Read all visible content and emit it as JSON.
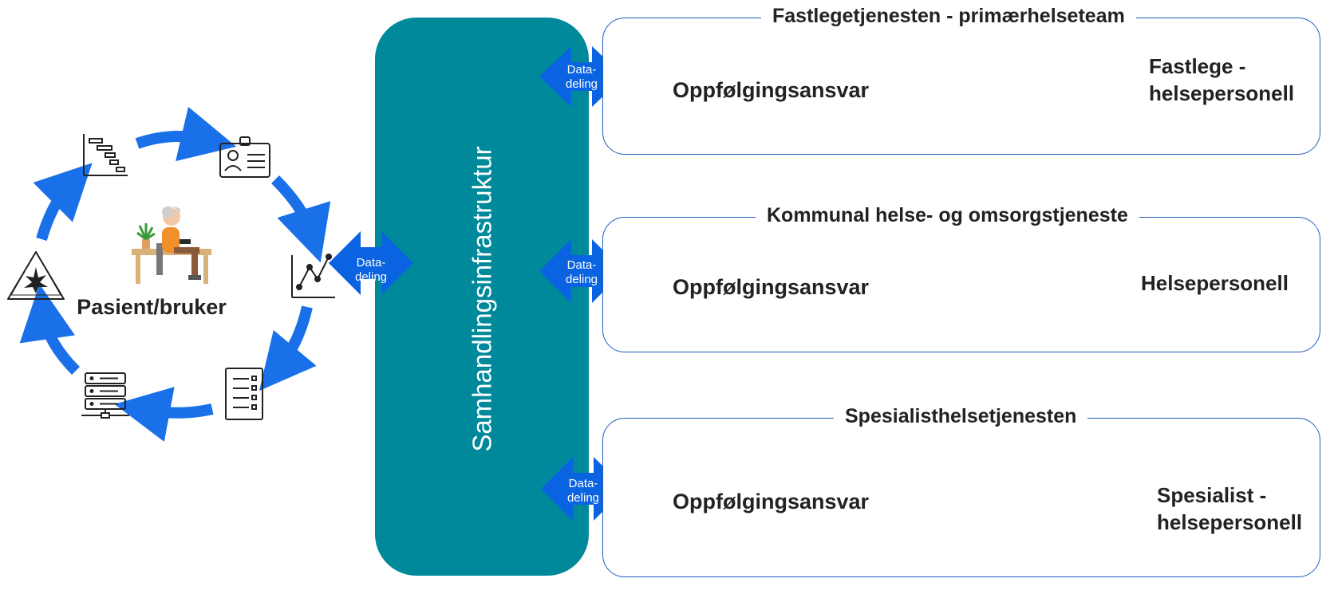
{
  "patient": {
    "label": "Pasient/bruker"
  },
  "cycle_icons": [
    "gantt-icon",
    "id-card-icon",
    "line-chart-icon",
    "checklist-icon",
    "server-icon",
    "warning-icon"
  ],
  "data_sharing": {
    "line1": "Data-",
    "line2": "deling"
  },
  "infrastructure": {
    "label": "Samhandlingsinfrastruktur"
  },
  "panels": [
    {
      "title": "Fastlegetjenesten - primærhelseteam",
      "responsibility": "Oppfølgingsansvar",
      "role_line1": "Fastlege -",
      "role_line2": "helsepersonell"
    },
    {
      "title": "Kommunal helse- og omsorgstjeneste",
      "responsibility": "Oppfølgingsansvar",
      "role_line1": "Helsepersonell",
      "role_line2": ""
    },
    {
      "title": "Spesialisthelsetjenesten",
      "responsibility": "Oppfølgingsansvar",
      "role_line1": "Spesialist -",
      "role_line2": "helsepersonell"
    }
  ],
  "colors": {
    "teal": "#00899b",
    "arrow_blue": "#0a63e0",
    "cycle_blue": "#1a70e8",
    "panel_border": "#1f5fbf"
  }
}
